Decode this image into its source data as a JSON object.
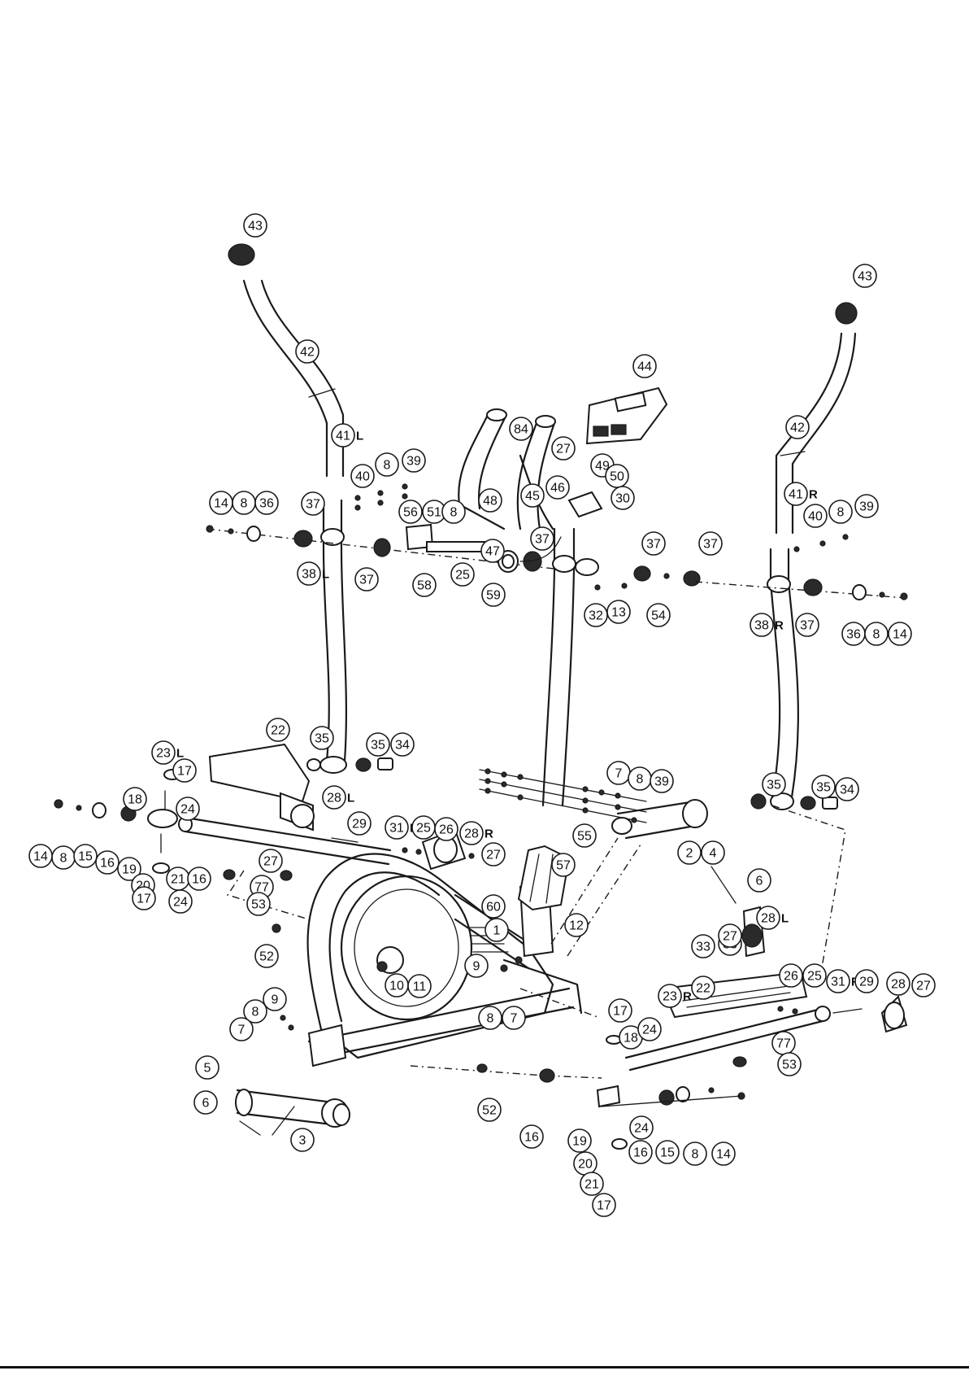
{
  "diagram": {
    "callouts": [
      {
        "n": "43",
        "s": ""
      },
      {
        "n": "42",
        "s": ""
      },
      {
        "n": "41",
        "s": "L"
      },
      {
        "n": "40",
        "s": ""
      },
      {
        "n": "8",
        "s": ""
      },
      {
        "n": "39",
        "s": ""
      },
      {
        "n": "14",
        "s": ""
      },
      {
        "n": "8",
        "s": ""
      },
      {
        "n": "36",
        "s": ""
      },
      {
        "n": "37",
        "s": ""
      },
      {
        "n": "38",
        "s": "L"
      },
      {
        "n": "37",
        "s": ""
      },
      {
        "n": "56",
        "s": ""
      },
      {
        "n": "51",
        "s": ""
      },
      {
        "n": "8",
        "s": ""
      },
      {
        "n": "48",
        "s": ""
      },
      {
        "n": "45",
        "s": ""
      },
      {
        "n": "46",
        "s": ""
      },
      {
        "n": "84",
        "s": ""
      },
      {
        "n": "27",
        "s": ""
      },
      {
        "n": "44",
        "s": ""
      },
      {
        "n": "49",
        "s": ""
      },
      {
        "n": "50",
        "s": ""
      },
      {
        "n": "30",
        "s": ""
      },
      {
        "n": "47",
        "s": ""
      },
      {
        "n": "37",
        "s": ""
      },
      {
        "n": "58",
        "s": ""
      },
      {
        "n": "25",
        "s": ""
      },
      {
        "n": "59",
        "s": ""
      },
      {
        "n": "32",
        "s": ""
      },
      {
        "n": "13",
        "s": ""
      },
      {
        "n": "37",
        "s": ""
      },
      {
        "n": "54",
        "s": ""
      },
      {
        "n": "37",
        "s": ""
      },
      {
        "n": "43",
        "s": ""
      },
      {
        "n": "42",
        "s": ""
      },
      {
        "n": "41",
        "s": "R"
      },
      {
        "n": "40",
        "s": ""
      },
      {
        "n": "8",
        "s": ""
      },
      {
        "n": "39",
        "s": ""
      },
      {
        "n": "38",
        "s": "R"
      },
      {
        "n": "37",
        "s": ""
      },
      {
        "n": "36",
        "s": ""
      },
      {
        "n": "8",
        "s": ""
      },
      {
        "n": "14",
        "s": ""
      },
      {
        "n": "22",
        "s": ""
      },
      {
        "n": "35",
        "s": ""
      },
      {
        "n": "35",
        "s": ""
      },
      {
        "n": "34",
        "s": ""
      },
      {
        "n": "23",
        "s": "L"
      },
      {
        "n": "17",
        "s": ""
      },
      {
        "n": "28",
        "s": "L"
      },
      {
        "n": "18",
        "s": ""
      },
      {
        "n": "24",
        "s": ""
      },
      {
        "n": "14",
        "s": ""
      },
      {
        "n": "8",
        "s": ""
      },
      {
        "n": "15",
        "s": ""
      },
      {
        "n": "16",
        "s": ""
      },
      {
        "n": "19",
        "s": ""
      },
      {
        "n": "20",
        "s": ""
      },
      {
        "n": "21",
        "s": ""
      },
      {
        "n": "16",
        "s": ""
      },
      {
        "n": "24",
        "s": ""
      },
      {
        "n": "17",
        "s": ""
      },
      {
        "n": "29",
        "s": ""
      },
      {
        "n": "27",
        "s": ""
      },
      {
        "n": "77",
        "s": ""
      },
      {
        "n": "53",
        "s": ""
      },
      {
        "n": "31",
        "s": "L"
      },
      {
        "n": "25",
        "s": ""
      },
      {
        "n": "26",
        "s": ""
      },
      {
        "n": "28",
        "s": "R"
      },
      {
        "n": "27",
        "s": ""
      },
      {
        "n": "7",
        "s": ""
      },
      {
        "n": "8",
        "s": ""
      },
      {
        "n": "39",
        "s": ""
      },
      {
        "n": "55",
        "s": ""
      },
      {
        "n": "35",
        "s": ""
      },
      {
        "n": "35",
        "s": ""
      },
      {
        "n": "34",
        "s": ""
      },
      {
        "n": "57",
        "s": ""
      },
      {
        "n": "60",
        "s": ""
      },
      {
        "n": "12",
        "s": ""
      },
      {
        "n": "1",
        "s": ""
      },
      {
        "n": "2",
        "s": ""
      },
      {
        "n": "4",
        "s": ""
      },
      {
        "n": "6",
        "s": ""
      },
      {
        "n": "33",
        "s": ""
      },
      {
        "n": "33",
        "s": ""
      },
      {
        "n": "28",
        "s": "L"
      },
      {
        "n": "27",
        "s": ""
      },
      {
        "n": "52",
        "s": ""
      },
      {
        "n": "9",
        "s": ""
      },
      {
        "n": "10",
        "s": ""
      },
      {
        "n": "11",
        "s": ""
      },
      {
        "n": "8",
        "s": ""
      },
      {
        "n": "7",
        "s": ""
      },
      {
        "n": "26",
        "s": ""
      },
      {
        "n": "25",
        "s": ""
      },
      {
        "n": "31",
        "s": "R"
      },
      {
        "n": "29",
        "s": ""
      },
      {
        "n": "28",
        "s": "R"
      },
      {
        "n": "27",
        "s": ""
      },
      {
        "n": "23",
        "s": "R"
      },
      {
        "n": "22",
        "s": ""
      },
      {
        "n": "17",
        "s": ""
      },
      {
        "n": "18",
        "s": ""
      },
      {
        "n": "24",
        "s": ""
      },
      {
        "n": "77",
        "s": ""
      },
      {
        "n": "53",
        "s": ""
      },
      {
        "n": "9",
        "s": ""
      },
      {
        "n": "8",
        "s": ""
      },
      {
        "n": "7",
        "s": ""
      },
      {
        "n": "5",
        "s": ""
      },
      {
        "n": "6",
        "s": ""
      },
      {
        "n": "3",
        "s": ""
      },
      {
        "n": "52",
        "s": ""
      },
      {
        "n": "16",
        "s": ""
      },
      {
        "n": "19",
        "s": ""
      },
      {
        "n": "20",
        "s": ""
      },
      {
        "n": "24",
        "s": ""
      },
      {
        "n": "16",
        "s": ""
      },
      {
        "n": "15",
        "s": ""
      },
      {
        "n": "8",
        "s": ""
      },
      {
        "n": "14",
        "s": ""
      },
      {
        "n": "21",
        "s": ""
      },
      {
        "n": "17",
        "s": ""
      }
    ]
  }
}
